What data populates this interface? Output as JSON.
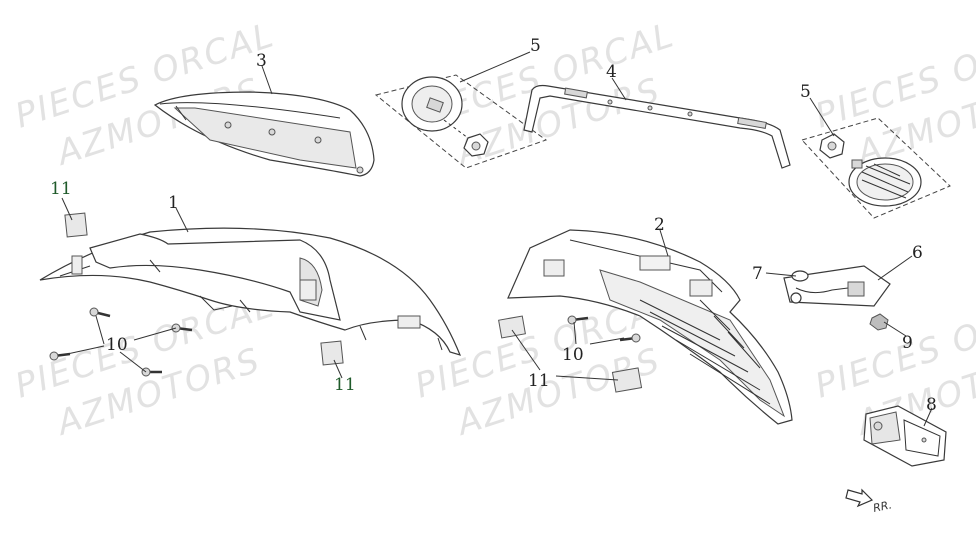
{
  "watermark": {
    "line1": "PIECES ORCAL",
    "line2": "AZMOTORS"
  },
  "callouts": {
    "c1": "1",
    "c2": "2",
    "c3": "3",
    "c4": "4",
    "c5a": "5",
    "c5b": "5",
    "c6": "6",
    "c7": "7",
    "c8": "8",
    "c9": "9",
    "c10a": "10",
    "c10b": "10",
    "c11a": "11",
    "c11b": "11",
    "c11c": "11"
  },
  "direction_tag": "RR."
}
